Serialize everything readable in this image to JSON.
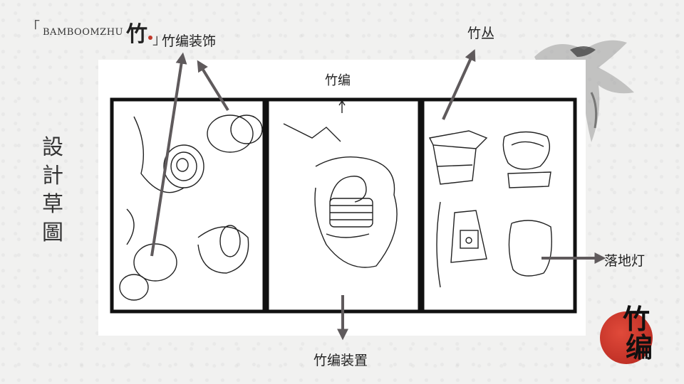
{
  "brand": {
    "bracket_open": "「",
    "name": "BAMBOOMZHU",
    "char": "竹",
    "bracket_close": "」"
  },
  "vertical_title": [
    "設",
    "計",
    "草",
    "圖"
  ],
  "labels": {
    "decoration": "竹编装饰",
    "bamboo_cluster": "竹丛",
    "floor_lamp": "落地灯",
    "installation": "竹编装置"
  },
  "sketch": {
    "handwritten_note": "竹编"
  },
  "seal": {
    "char_top": "竹",
    "char_bottom": "编"
  },
  "colors": {
    "arrow": "#5f5a5c",
    "seal_red": "#c7322a",
    "frame": "#111111"
  }
}
